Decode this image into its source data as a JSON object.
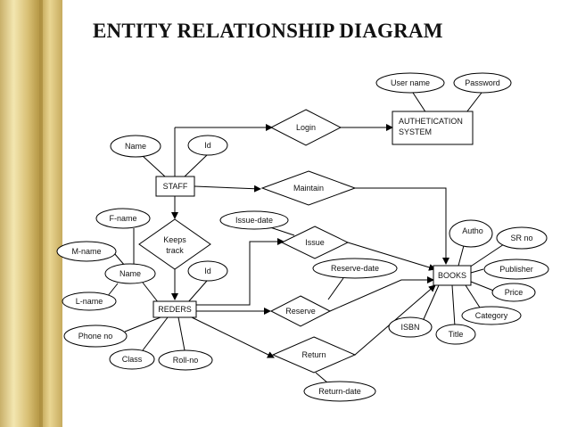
{
  "title": "ENTITY  RELATIONSHIP DIAGRAM",
  "entities": {
    "auth_line1": "AUTHETICATION",
    "auth_line2": "SYSTEM",
    "staff": "STAFF",
    "readers": "REDERS",
    "books": "BOOKS"
  },
  "relationships": {
    "login": "Login",
    "maintain": "Maintain",
    "keeps_line1": "Keeps",
    "keeps_line2": "track",
    "issue": "Issue",
    "reserve": "Reserve",
    "return": "Return"
  },
  "attributes": {
    "username": "User name",
    "password": "Password",
    "staff_name": "Name",
    "staff_id": "Id",
    "issue_date": "Issue-date",
    "reserve_date": "Reserve-date",
    "return_date": "Return-date",
    "fname": "F-name",
    "mname": "M-name",
    "lname": "L-name",
    "reader_name": "Name",
    "reader_id": "Id",
    "phone": "Phone no",
    "class": "Class",
    "rollno": "Roll-no",
    "author": "Autho",
    "srno": "SR no",
    "publisher": "Publisher",
    "price": "Price",
    "category": "Category",
    "title_attr": "Title",
    "isbn": "ISBN"
  }
}
